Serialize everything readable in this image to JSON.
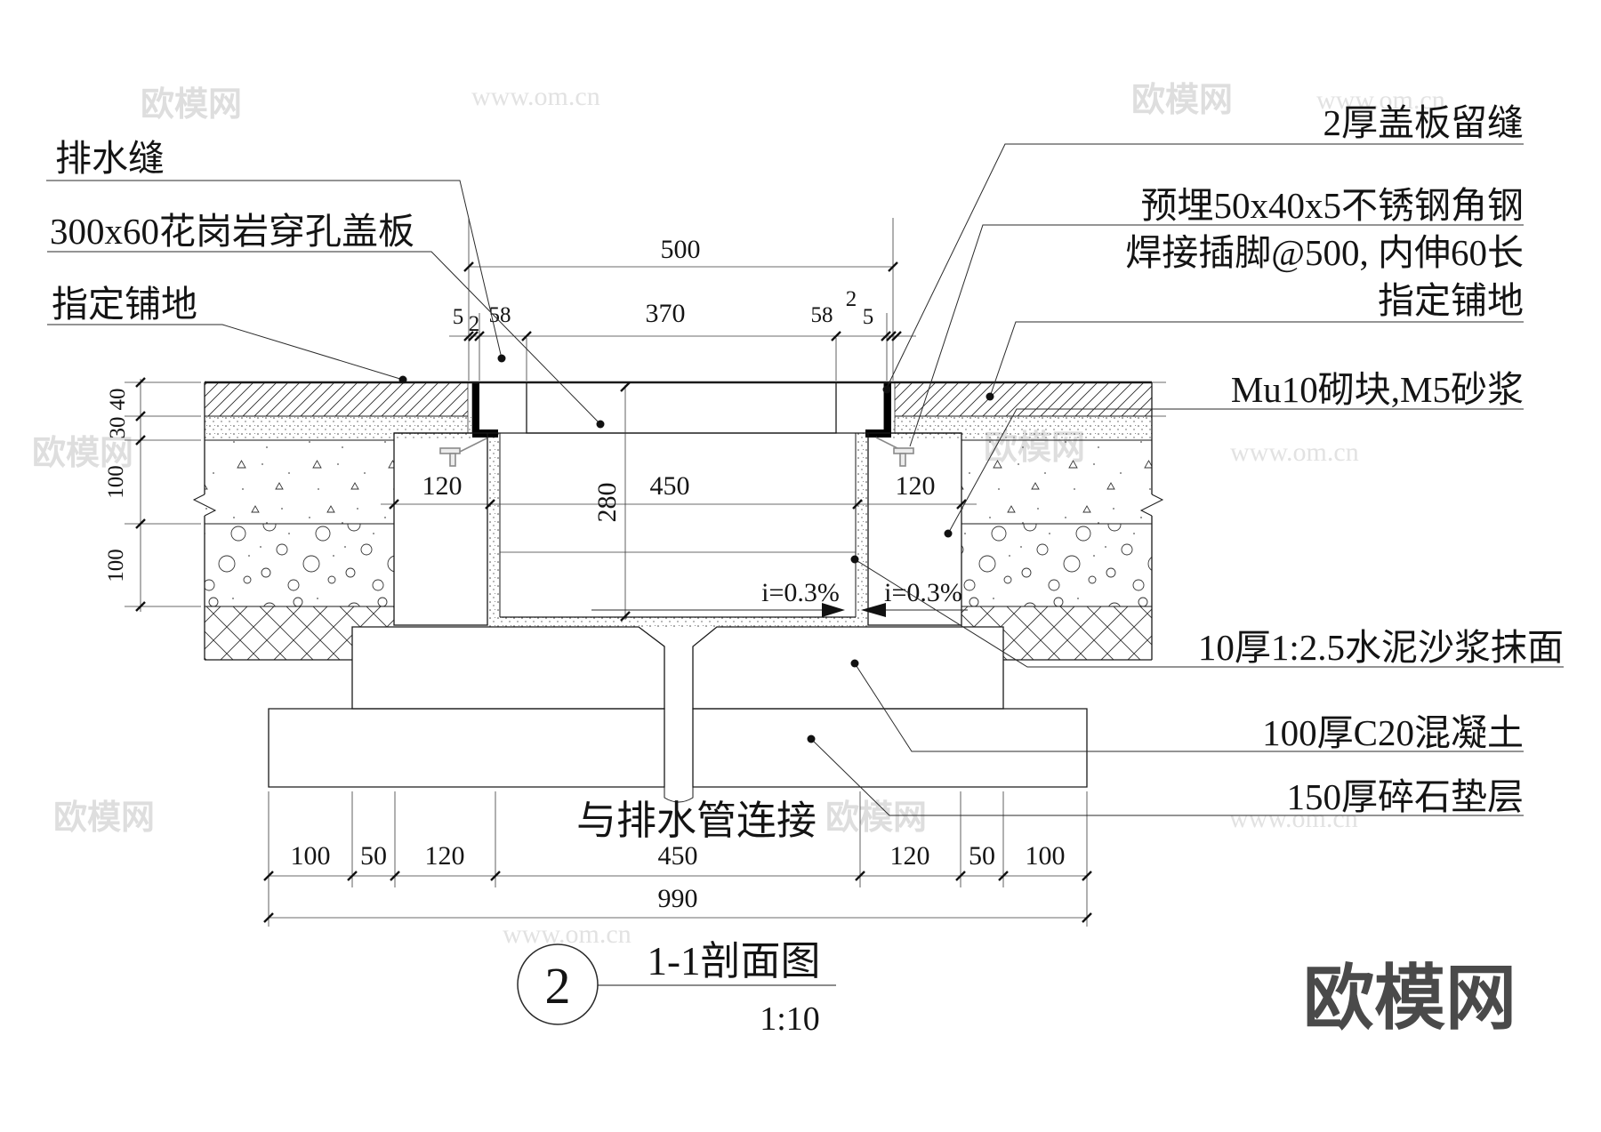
{
  "watermark": {
    "cn": "欧模网",
    "url": "www.om.cn"
  },
  "callouts": {
    "left": [
      "排水缝",
      "300x60花岗岩穿孔盖板",
      "指定铺地"
    ],
    "right": [
      "2厚盖板留缝",
      "预埋50x40x5不锈钢角钢",
      "焊接插脚@500, 内伸60长",
      "指定铺地",
      "Mu10砌块,M5砂浆",
      "10厚1:2.5水泥沙浆抹面",
      "100厚C20混凝土",
      "150厚碎石垫层"
    ],
    "bottom": "与排水管连接",
    "slope_left": "i=0.3%",
    "slope_right": "i=0.3%"
  },
  "dimensions": {
    "top_overall": "500",
    "top_row": [
      "5",
      "2",
      "58",
      "370",
      "58",
      "2",
      "5"
    ],
    "mid": {
      "wall_left": "120",
      "channel_width": "450",
      "wall_right": "120",
      "channel_depth": "280"
    },
    "left_stack": [
      "40",
      "30",
      "100",
      "100"
    ],
    "bottom_row": [
      "100",
      "50",
      "120",
      "450",
      "120",
      "50",
      "100"
    ],
    "bottom_overall": "990"
  },
  "title_block": {
    "number": "2",
    "name": "1-1剖面图",
    "scale": "1:10"
  },
  "logo": "欧模网"
}
